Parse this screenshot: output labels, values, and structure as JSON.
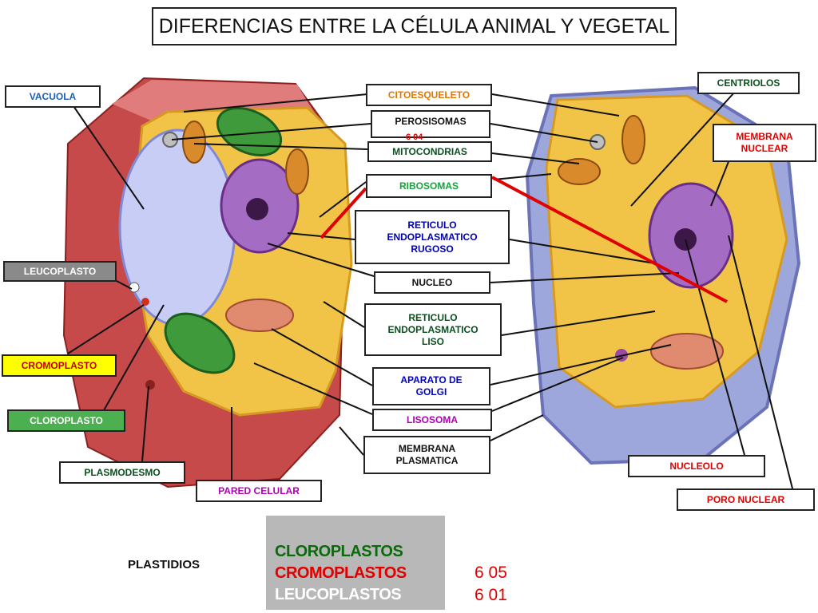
{
  "title": "DIFERENCIAS ENTRE LA CÉLULA ANIMAL Y  VEGETAL",
  "labels": {
    "vacuola": "VACUOLA",
    "leucoplasto": "LEUCOPLASTO",
    "cromoplasto": "CROMOPLASTO",
    "cloroplasto": "CLOROPLASTO",
    "plasmodesmo": "PLASMODESMO",
    "pared_celular": "PARED CELULAR",
    "citoesqueleto": "CITOESQUELETO",
    "perosisomas": "PEROSISOMAS",
    "mitocondrias": "MITOCONDRIAS",
    "ribosomas": "RIBOSOMAS",
    "reticulo_rugoso": "RETICULO\nENDOPLASMATICO\nRUGOSO",
    "nucleo": "NUCLEO",
    "reticulo_liso": "RETICULO\nENDOPLASMATICO\nLISO",
    "golgi": "APARATO DE\nGOLGI",
    "lisosoma": "LISOSOMA",
    "membrana_plasmatica": "MEMBRANA\nPLASMATICA",
    "centriolos": "CENTRIOLOS",
    "membrana_nuclear": "MEMBRANA\nNUCLEAR",
    "nucleolo": "NUCLEOLO",
    "poro_nuclear": "PORO NUCLEAR"
  },
  "overlay_number": "6 04",
  "plastids": {
    "heading": "PLASTIDIOS",
    "items": [
      "CLOROPLASTOS",
      "CROMOPLASTOS",
      "LEUCOPLASTOS"
    ],
    "numbers": [
      "6 05",
      "6 01"
    ]
  },
  "colors": {
    "vacuola": "#1a5fb4",
    "leucoplasto": "#ffffff",
    "leucoplasto_bg": "#8a8a8a",
    "cromoplasto": "#c00000",
    "cromoplasto_bg": "#ffff00",
    "cloroplasto": "#ffffff",
    "cloroplasto_bg": "#4caf50",
    "plasmodesmo": "#0b4f1f",
    "pared_celular": "#b000b0",
    "citoesqueleto": "#e07800",
    "perosisomas": "#111111",
    "mitocondrias": "#0b4f1f",
    "ribosomas": "#14a33c",
    "reticulo_rugoso": "#0000b0",
    "nucleo": "#111111",
    "reticulo_liso": "#0b4f1f",
    "golgi": "#0000c8",
    "lisosoma": "#b000b0",
    "membrana_plasmatica": "#111111",
    "centriolos": "#0b4f1f",
    "membrana_nuclear": "#e00000",
    "nucleolo": "#e00000",
    "poro_nuclear": "#e00000",
    "plastid_green": "#0a6b0a",
    "plastid_red": "#e00000",
    "plastid_white": "#ffffff"
  }
}
